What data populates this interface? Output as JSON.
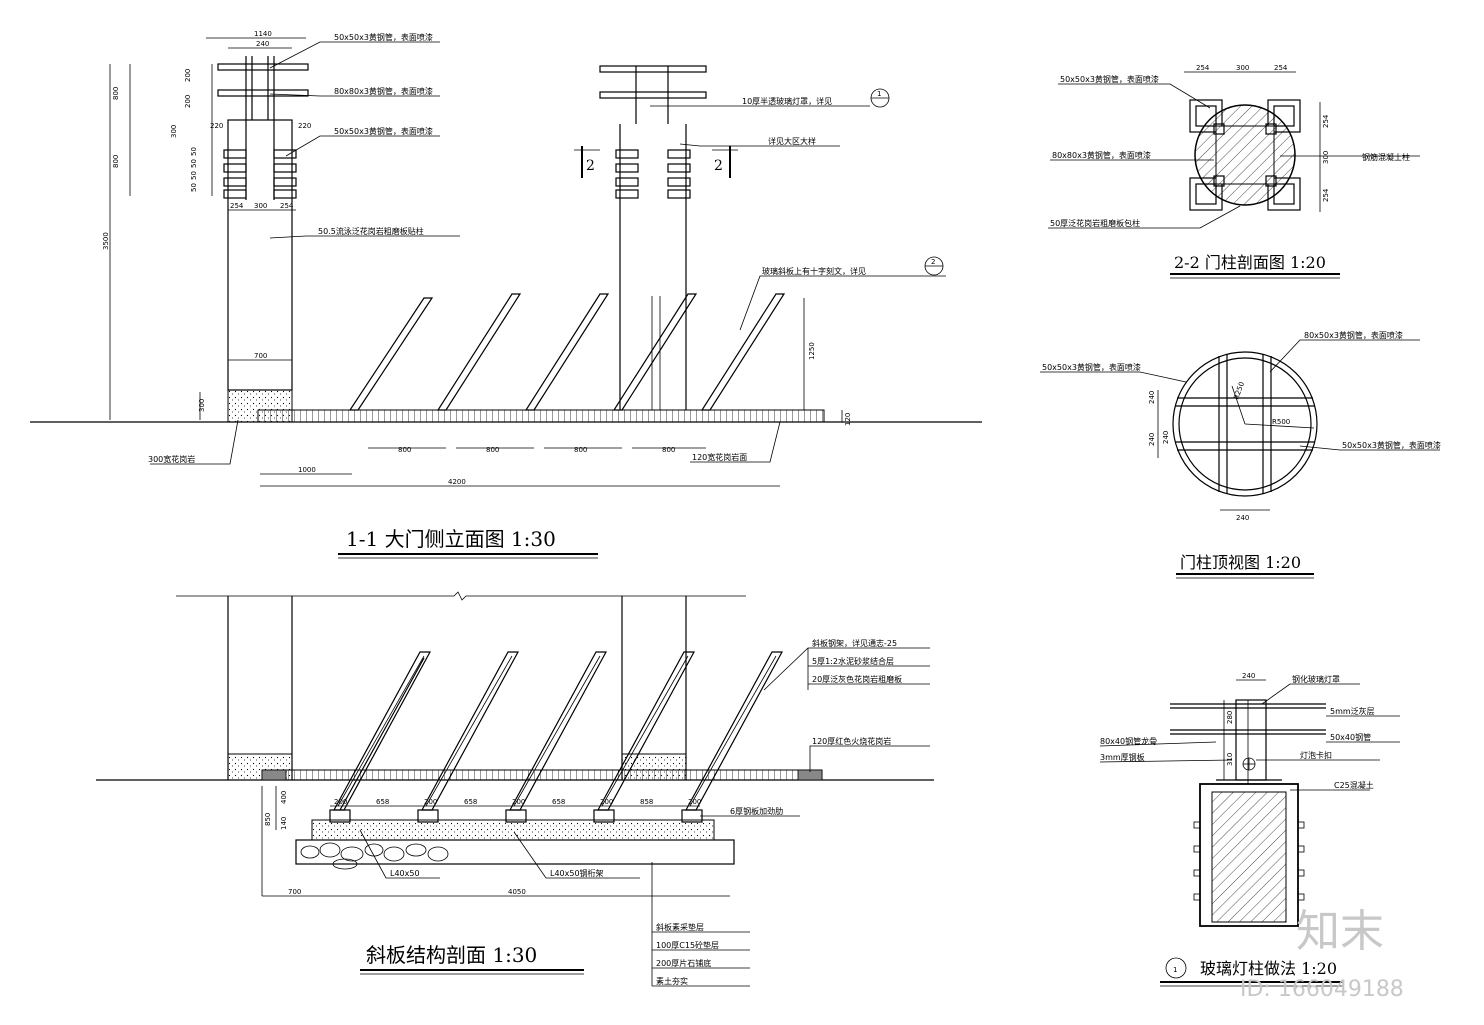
{
  "titles": {
    "side_elevation": "1-1 大门侧立面图 1:30",
    "column_section": "2-2 门柱剖面图 1:20",
    "column_top": "门柱顶视图 1:20",
    "slab_section": "斜板结构剖面 1:30",
    "lamp_detail": "玻璃灯柱做法 1:20",
    "lamp_marker": "1"
  },
  "elevation": {
    "notes": [
      "50x50x3黄钢管，表面喷漆",
      "80x80x3黄钢管，表面喷漆",
      "50x50x3黄钢管，表面喷漆",
      "50.5流泳泛花岗岩粗磨板贴柱",
      "10厚半透玻璃灯罩，详见",
      "详见大区大样",
      "玻璃斜板上有十字刻文，详见",
      "300宽花岗岩",
      "120宽花岗岩面"
    ],
    "dims_top": [
      "1140",
      "240",
      "220",
      "220",
      "254",
      "300",
      "254"
    ],
    "dims_left": [
      "800",
      "200",
      "200",
      "300",
      "800",
      "3500",
      "50",
      "50",
      "50",
      "50",
      "300",
      "700"
    ],
    "dims_bottom": [
      "800",
      "800",
      "800",
      "800",
      "1000",
      "4200",
      "1250",
      "120"
    ],
    "section_marks": [
      "2",
      "2"
    ],
    "ref_circles": [
      "1",
      "2"
    ]
  },
  "column_section": {
    "dims": [
      "254",
      "300",
      "254",
      "254",
      "300",
      "254"
    ],
    "notes": [
      "50x50x3黄钢管，表面喷漆",
      "80x80x3黄钢管，表面喷漆",
      "50厚泛花岗岩粗磨板包柱",
      "钢筋混凝土柱"
    ]
  },
  "column_top": {
    "dims": [
      "240",
      "240",
      "240",
      "240",
      "R500",
      "R250"
    ],
    "notes": [
      "80x50x3黄钢管，表面喷漆",
      "50x50x3黄钢管，表面喷漆",
      "50x50x3黄钢管，表面喷漆"
    ]
  },
  "slab_section": {
    "notes": [
      "斜板钢架，详见通志-25",
      "5厚1:2水泥砂浆结合层",
      "20厚泛灰色花岗岩粗磨板",
      "120厚红色火烧花岗岩",
      "6厚钢板加劲肋"
    ],
    "dims": [
      "200",
      "658",
      "200",
      "658",
      "200",
      "658",
      "200",
      "858",
      "200",
      "400",
      "140",
      "850",
      "700",
      "4050"
    ],
    "labels": [
      "L40x50",
      "L40x50钢桁架"
    ],
    "layers": [
      "斜板素采垫层",
      "100厚C15砼垫层",
      "200厚片石铺底",
      "素土夯实"
    ]
  },
  "lamp": {
    "dims": [
      "240",
      "280",
      "310"
    ],
    "notes": [
      "钢化玻璃灯罩",
      "5mm泛灰层",
      "80x40钢管龙骨",
      "50x40钢管",
      "3mm厚钢板",
      "灯泡卡扣",
      "C25混凝土"
    ]
  },
  "watermark": {
    "brand": "知末",
    "id": "ID: 166049188"
  }
}
